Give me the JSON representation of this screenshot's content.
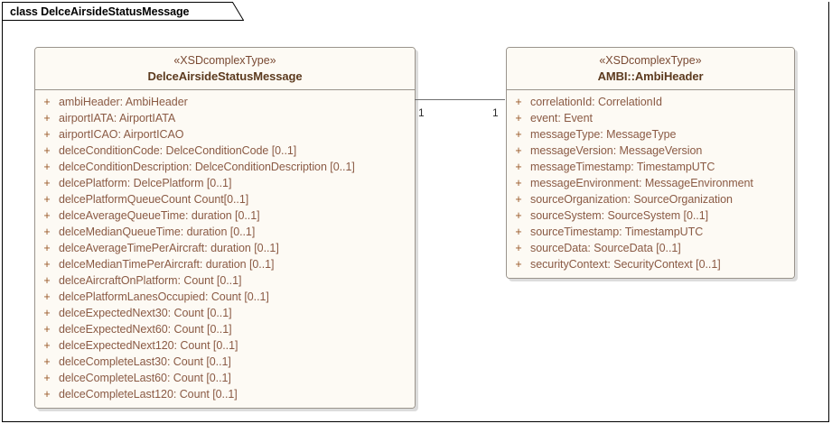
{
  "frame": {
    "title": "class DelceAirsideStatusMessage"
  },
  "colors": {
    "class_fill": "#fdfaf4",
    "class_border": "#9a948c",
    "class_name_text": "#5c3a1e",
    "stereotype_text": "#7a4a33",
    "attribute_text": "#8a5a44",
    "visibility_text": "#9a5a2a",
    "connector": "#6f6f6f",
    "frame_border": "#000000",
    "canvas": "#ffffff"
  },
  "classes": [
    {
      "id": "delce-airside-status-message",
      "stereotype": "«XSDcomplexType»",
      "name": "DelceAirsideStatusMessage",
      "attributes": [
        {
          "visibility": "+",
          "text": "ambiHeader: AmbiHeader"
        },
        {
          "visibility": "+",
          "text": "airportIATA: AirportIATA"
        },
        {
          "visibility": "+",
          "text": "airportICAO: AirportICAO"
        },
        {
          "visibility": "+",
          "text": "delceConditionCode: DelceConditionCode [0..1]"
        },
        {
          "visibility": "+",
          "text": "delceConditionDescription: DelceConditionDescription [0..1]"
        },
        {
          "visibility": "+",
          "text": "delcePlatform: DelcePlatform [0..1]"
        },
        {
          "visibility": "+",
          "text": "delcePlatformQueueCount Count[0..1]"
        },
        {
          "visibility": "+",
          "text": "delceAverageQueueTime: duration [0..1]"
        },
        {
          "visibility": "+",
          "text": "delceMedianQueueTime: duration [0..1]"
        },
        {
          "visibility": "+",
          "text": "delceAverageTimePerAircraft: duration [0..1]"
        },
        {
          "visibility": "+",
          "text": "delceMedianTimePerAircraft: duration [0..1]"
        },
        {
          "visibility": "+",
          "text": "delceAircraftOnPlatform: Count [0..1]"
        },
        {
          "visibility": "+",
          "text": "delcePlatformLanesOccupied: Count [0..1]"
        },
        {
          "visibility": "+",
          "text": "delceExpectedNext30: Count [0..1]"
        },
        {
          "visibility": "+",
          "text": "delceExpectedNext60: Count [0..1]"
        },
        {
          "visibility": "+",
          "text": "delceExpectedNext120: Count [0..1]"
        },
        {
          "visibility": "+",
          "text": "delceCompleteLast30: Count [0..1]"
        },
        {
          "visibility": "+",
          "text": "delceCompleteLast60: Count [0..1]"
        },
        {
          "visibility": "+",
          "text": "delceCompleteLast120: Count [0..1]"
        }
      ]
    },
    {
      "id": "ambi-ambiheader",
      "stereotype": "«XSDcomplexType»",
      "name": "AMBI::AmbiHeader",
      "attributes": [
        {
          "visibility": "+",
          "text": "correlationId: CorrelationId"
        },
        {
          "visibility": "+",
          "text": "event: Event"
        },
        {
          "visibility": "+",
          "text": "messageType: MessageType"
        },
        {
          "visibility": "+",
          "text": "messageVersion: MessageVersion"
        },
        {
          "visibility": "+",
          "text": "messageTimestamp: TimestampUTC"
        },
        {
          "visibility": "+",
          "text": "messageEnvironment: MessageEnvironment"
        },
        {
          "visibility": "+",
          "text": "sourceOrganization: SourceOrganization"
        },
        {
          "visibility": "+",
          "text": "sourceSystem: SourceSystem [0..1]"
        },
        {
          "visibility": "+",
          "text": "sourceTimestamp: TimestampUTC"
        },
        {
          "visibility": "+",
          "text": "sourceData: SourceData [0..1]"
        },
        {
          "visibility": "+",
          "text": "securityContext: SecurityContext [0..1]"
        }
      ]
    }
  ],
  "association": {
    "source_multiplicity": "1",
    "target_multiplicity": "1"
  }
}
